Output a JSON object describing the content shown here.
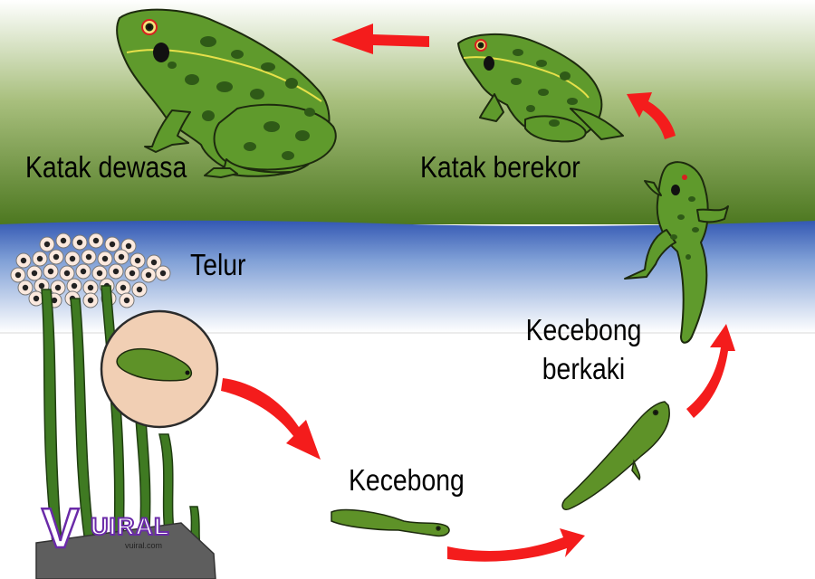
{
  "labels": {
    "adult": "Katak dewasa",
    "froglet": "Katak berekor",
    "eggs": "Telur",
    "legged_tadpole_line1": "Kecebong",
    "legged_tadpole_line2": "berkaki",
    "tadpole": "Kecebong"
  },
  "brand": {
    "letter": "V",
    "word": "UIRAL",
    "url": "vuiral.com"
  },
  "colors": {
    "arrow": "#f41c1c",
    "frog_body": "#5f9a2c",
    "frog_spot": "#2f5a17",
    "grass_top": "#cfdcb8",
    "grass_bottom": "#4f7a1e",
    "water": "#3a62b8",
    "tadpole": "#5e9228",
    "egg_circle": "#f1cfb4"
  }
}
